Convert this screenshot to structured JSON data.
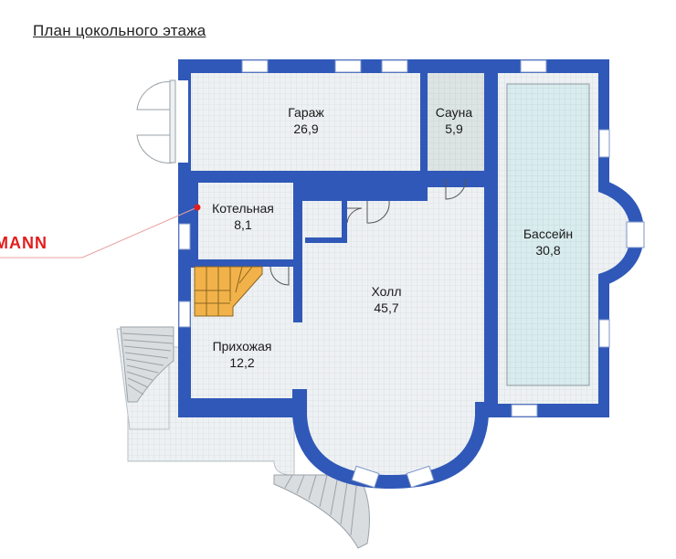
{
  "title": "План цокольного этажа",
  "brand_text": "MANN",
  "colors": {
    "wall": "#2f58b8",
    "floor": "#eef1f3",
    "grid": "#d7dde2",
    "sauna": "#dde4e4",
    "pool": "#d9ecee",
    "stairs": "#f2b24a",
    "accent": "#e21d1d"
  },
  "rooms": {
    "garage": {
      "name": "Гараж",
      "area": "26,9"
    },
    "sauna": {
      "name": "Сауна",
      "area": "5,9"
    },
    "boiler": {
      "name": "Котельная",
      "area": "8,1"
    },
    "pool": {
      "name": "Бассейн",
      "area": "30,8"
    },
    "hall": {
      "name": "Холл",
      "area": "45,7"
    },
    "entry": {
      "name": "Прихожая",
      "area": "12,2"
    }
  }
}
